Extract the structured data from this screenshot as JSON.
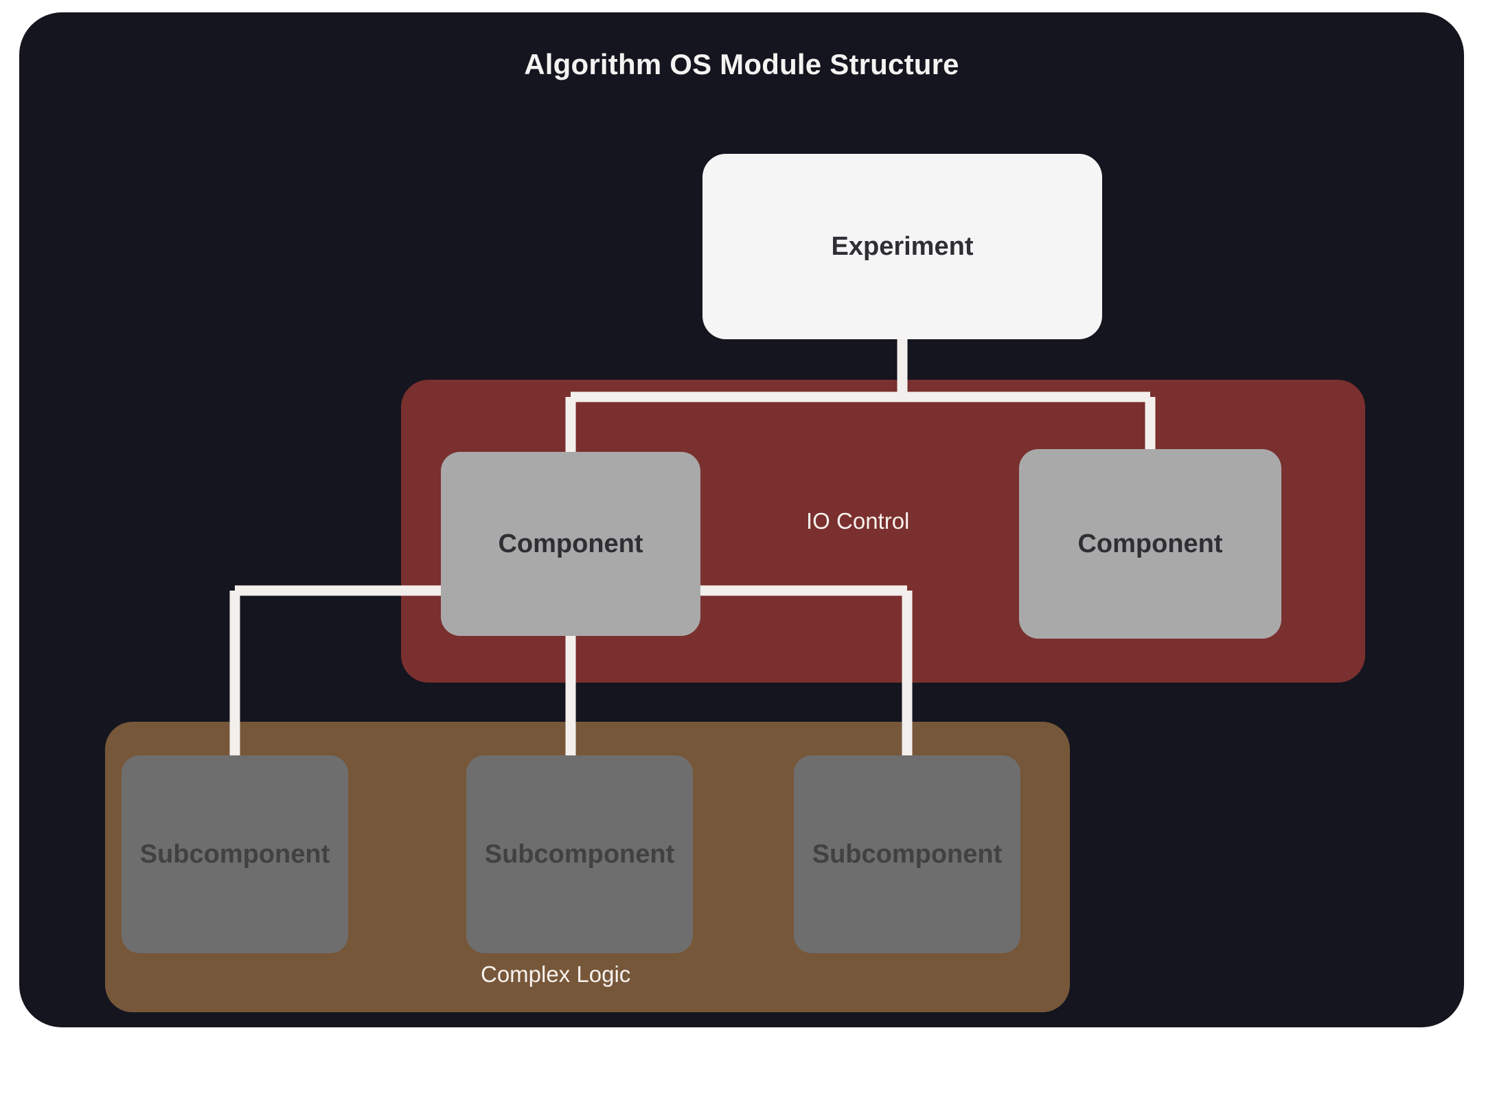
{
  "diagram": {
    "title": "Algorithm OS Module Structure",
    "background_color": "#15151f",
    "page_background": "#ffffff",
    "connector_color": "#f2efec",
    "groups": [
      {
        "id": "io-control",
        "label": "IO Control",
        "color": "#7a302e",
        "label_color": "#f7f2ee"
      },
      {
        "id": "complex-logic",
        "label": "Complex Logic",
        "color": "#77573a",
        "label_color": "#f7f2ee"
      }
    ],
    "nodes": {
      "root": {
        "label": "Experiment",
        "color": "#f5f5f6",
        "text_color": "#2e2e33"
      },
      "component_left": {
        "label": "Component",
        "color": "#a9a9aa",
        "text_color": "#2f2f33"
      },
      "component_right": {
        "label": "Component",
        "color": "#a9a9aa",
        "text_color": "#2f2f33"
      },
      "subcomponent_1": {
        "label": "Subcomponent",
        "color": "#6e6e6e",
        "text_color": "#414143"
      },
      "subcomponent_2": {
        "label": "Subcomponent",
        "color": "#6e6e6e",
        "text_color": "#414143"
      },
      "subcomponent_3": {
        "label": "Subcomponent",
        "color": "#6e6e6e",
        "text_color": "#414143"
      }
    },
    "edges": [
      {
        "from": "root",
        "to": "component_left"
      },
      {
        "from": "root",
        "to": "component_right"
      },
      {
        "from": "component_left",
        "to": "subcomponent_1"
      },
      {
        "from": "component_left",
        "to": "subcomponent_2"
      },
      {
        "from": "component_left",
        "to": "subcomponent_3"
      }
    ]
  }
}
